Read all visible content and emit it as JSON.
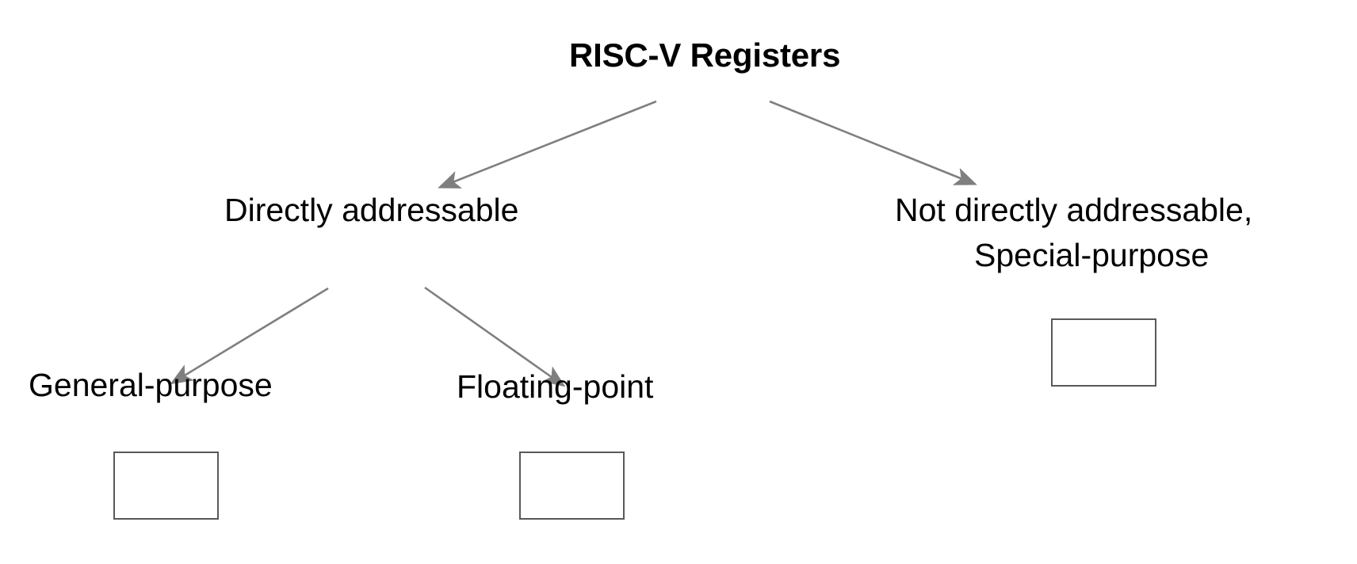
{
  "diagram": {
    "title": "RISC-V Registers",
    "type": "tree-hierarchy",
    "background_color": "#ffffff",
    "text_color": "#000000",
    "arrow_color": "#7f7f7f",
    "box_border_color": "#595959",
    "nodes": {
      "root": {
        "label": "RISC-V Registers",
        "bold": true
      },
      "level2_left": {
        "label": "Directly addressable"
      },
      "level2_right_line1": {
        "label": "Not directly addressable,"
      },
      "level2_right_line2": {
        "label": "Special-purpose"
      },
      "level3_left": {
        "label": "General-purpose"
      },
      "level3_middle": {
        "label": "Floating-point"
      }
    },
    "placeholders": [
      {
        "name": "general-purpose-placeholder",
        "content": ""
      },
      {
        "name": "floating-point-placeholder",
        "content": ""
      },
      {
        "name": "special-purpose-placeholder",
        "content": ""
      }
    ],
    "edges": [
      {
        "from": "RISC-V Registers",
        "to": "Directly addressable"
      },
      {
        "from": "RISC-V Registers",
        "to": "Not directly addressable, Special-purpose"
      },
      {
        "from": "Directly addressable",
        "to": "General-purpose"
      },
      {
        "from": "Directly addressable",
        "to": "Floating-point"
      }
    ]
  }
}
